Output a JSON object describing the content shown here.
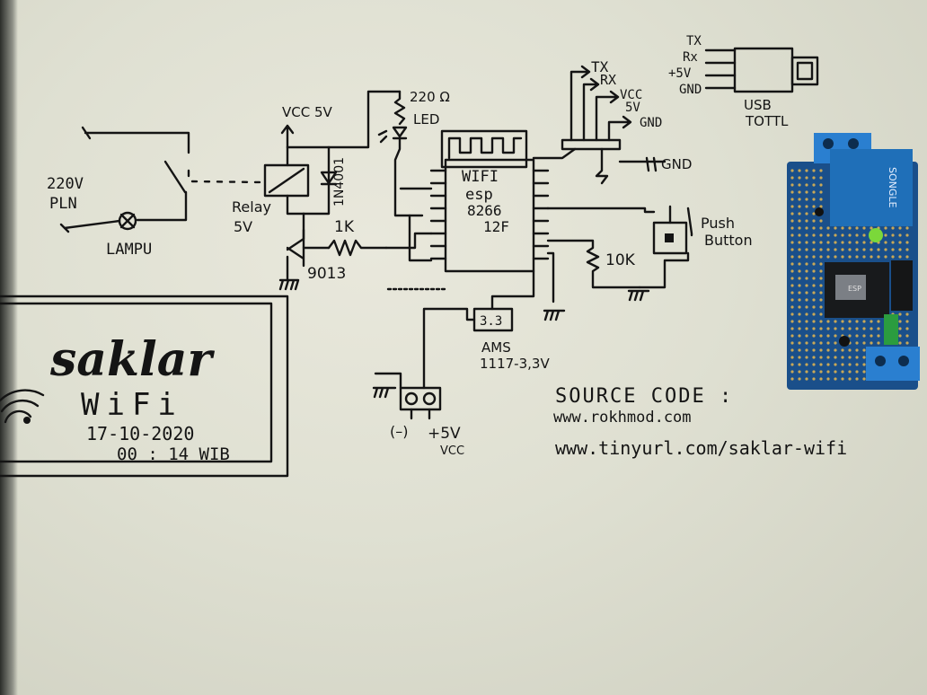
{
  "labels": {
    "mains": "220V",
    "mains_sub": "PLN",
    "lamp": "LAMPU",
    "vcc5": "VCC 5V",
    "relay": "Relay",
    "relay_v": "5V",
    "diode": "1N4001",
    "resistor_1k": "1K",
    "transistor": "9013",
    "led_res": "220 Ω",
    "led": "LED",
    "wifi": "WIFI",
    "esp": "esp",
    "esp_num": "8266",
    "esp_model": "12F",
    "resistor_10k": "10K",
    "push": "Push",
    "button": "Button",
    "reg_value": "3.3",
    "reg_name": "AMS",
    "reg_part": "1117-3,3V",
    "conn_minus": "(–)",
    "conn_plus": "+5V",
    "conn_vcc": "VCC",
    "hdr_tx": "TX",
    "hdr_rx": "RX",
    "hdr_vcc": "VCC",
    "hdr_5v": "5V",
    "hdr_gnd": "GND",
    "hdr_gnd2": "GND",
    "usb_tx": "TX",
    "usb_rx": "Rx",
    "usb_5v": "+5V",
    "usb_gnd": "GND",
    "usb_title1": "USB",
    "usb_title2": "TOTTL"
  },
  "title_box": {
    "title": "saklar",
    "subtitle": "WiFi",
    "date": "17-10-2020",
    "time": "00 : 14 WIB"
  },
  "source": {
    "heading": "SOURCE CODE :",
    "url1": "www.rokhmod.com",
    "url2": "www.tinyurl.com/saklar-wifi"
  },
  "photo_board": {
    "relay_text": "SONGLE",
    "esp_text": "ESP"
  },
  "colors": {
    "ink": "#141414",
    "paper": "#e5e5d8",
    "relay_blue": "#1f6fb8",
    "pcb_blue": "#1a4f8a",
    "terminal_blue": "#2a7fd0",
    "led_green": "#7bd83a"
  }
}
